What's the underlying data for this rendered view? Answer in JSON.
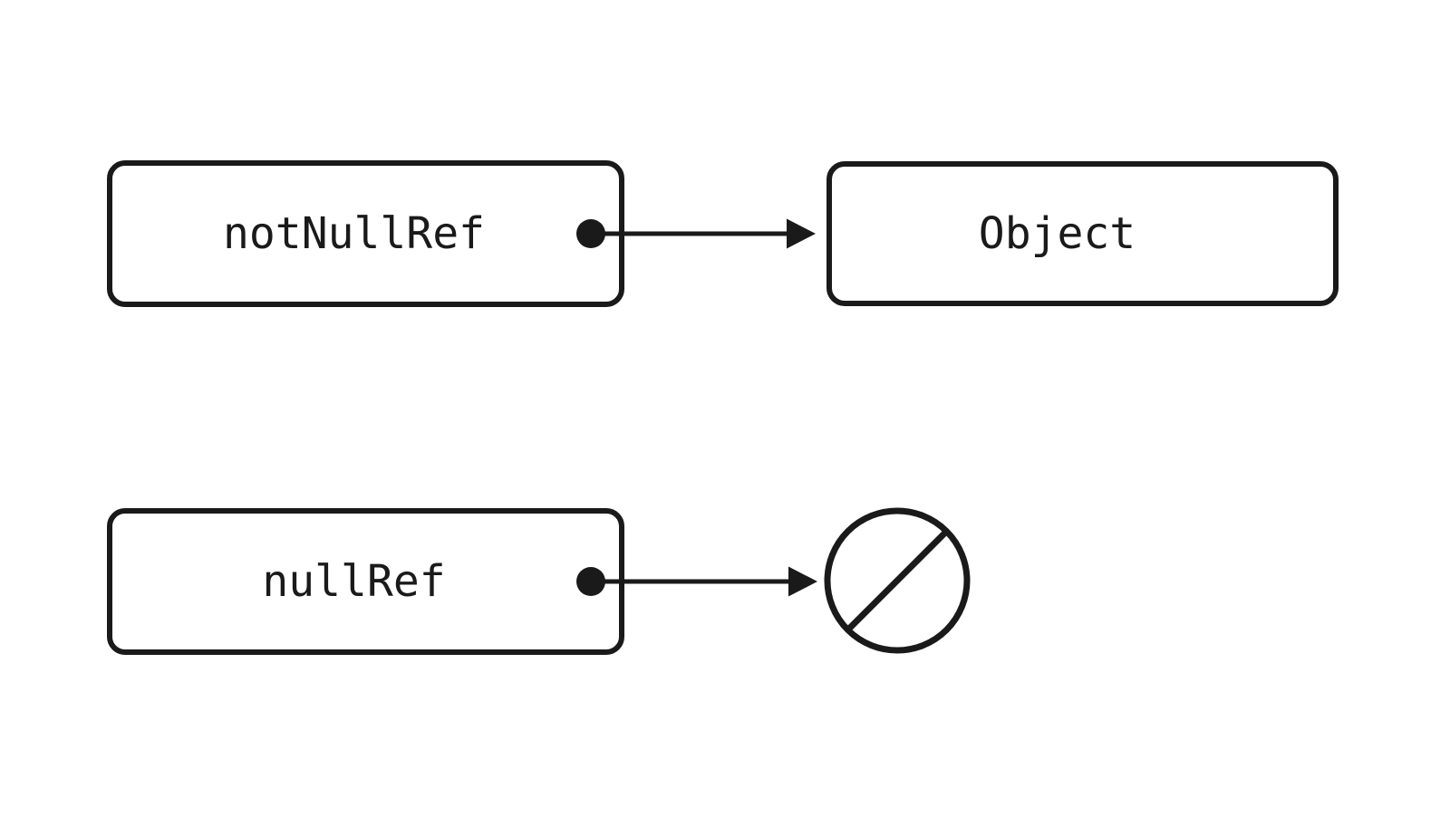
{
  "theme": {
    "ink": "#1a1a1a",
    "background": "#ffffff"
  },
  "diagram": {
    "nodes": [
      {
        "id": "notNullRef",
        "label": "notNullRef",
        "kind": "reference-box"
      },
      {
        "id": "Object",
        "label": "Object",
        "kind": "object-box"
      },
      {
        "id": "nullRef",
        "label": "nullRef",
        "kind": "reference-box"
      }
    ],
    "edges": [
      {
        "from": "notNullRef",
        "to": "Object",
        "source_marker": "dot",
        "target_marker": "arrowhead"
      },
      {
        "from": "nullRef",
        "to": "null-symbol",
        "source_marker": "dot",
        "target_marker": "arrowhead"
      }
    ],
    "symbols": [
      {
        "id": "null-symbol",
        "meaning": "null",
        "glyph": "circle-with-slash"
      }
    ]
  }
}
